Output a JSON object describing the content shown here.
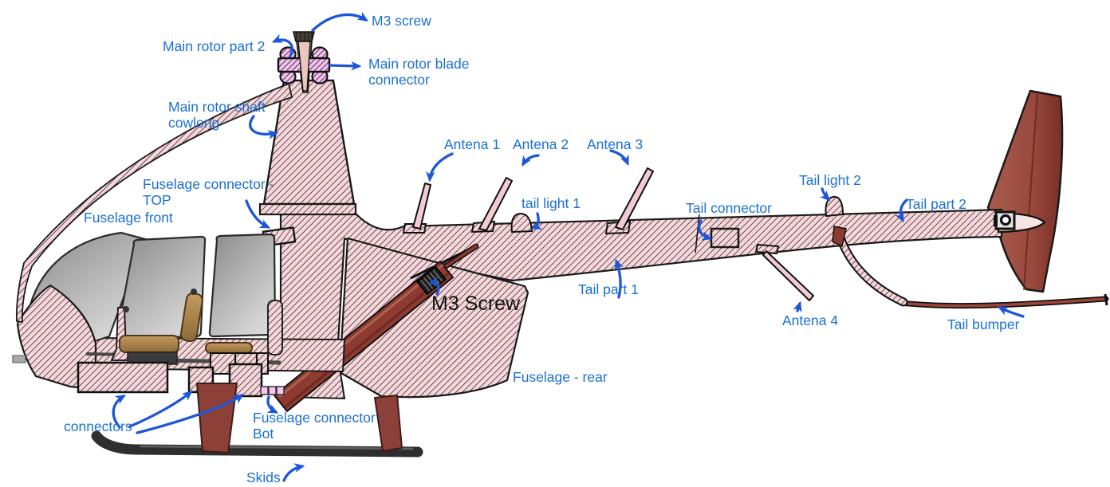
{
  "diagram": {
    "subject": "Helicopter cross-section assembly diagram",
    "labels": {
      "m3_screw_top": "M3 screw",
      "main_rotor_part_2": "Main rotor part 2",
      "main_rotor_blade_connector": "Main rotor blade\nconnector",
      "main_rotor_shaft_cowling": "Main rotor shaft\ncowlong",
      "fuselage_connector_top": "Fuselage connector -\nTOP",
      "fuselage_front": "Fuselage front",
      "antena_1": "Antena 1",
      "antena_2": "Antena 2",
      "antena_3": "Antena 3",
      "tail_light_1": "tail light 1",
      "tail_connector": "Tail connector",
      "tail_light_2": "Tail light 2",
      "tail_part_2": "Tail part 2",
      "tail_part_1": "Tail part 1",
      "m3_screw_mid": "M3 Screw",
      "antena_4": "Antena 4",
      "tail_bumper": "Tail bumper",
      "fuselage_rear": "Fuselage - rear",
      "connectors": "connectors",
      "fuselage_connector_bot": "Fuselage connector -\nBot",
      "skids": "Skids"
    },
    "colors": {
      "label_blue": "#1b70d3",
      "arrow_blue": "#1d56d8",
      "body_pink": "#f7d6da",
      "connector_magenta": "#f4bff1",
      "dark_red": "#8d3a30",
      "window_gray": "#b9b9b9",
      "seat_tan": "#b28b55",
      "skid_black": "#2e2e2e",
      "annotation_dark": "#141414"
    }
  }
}
